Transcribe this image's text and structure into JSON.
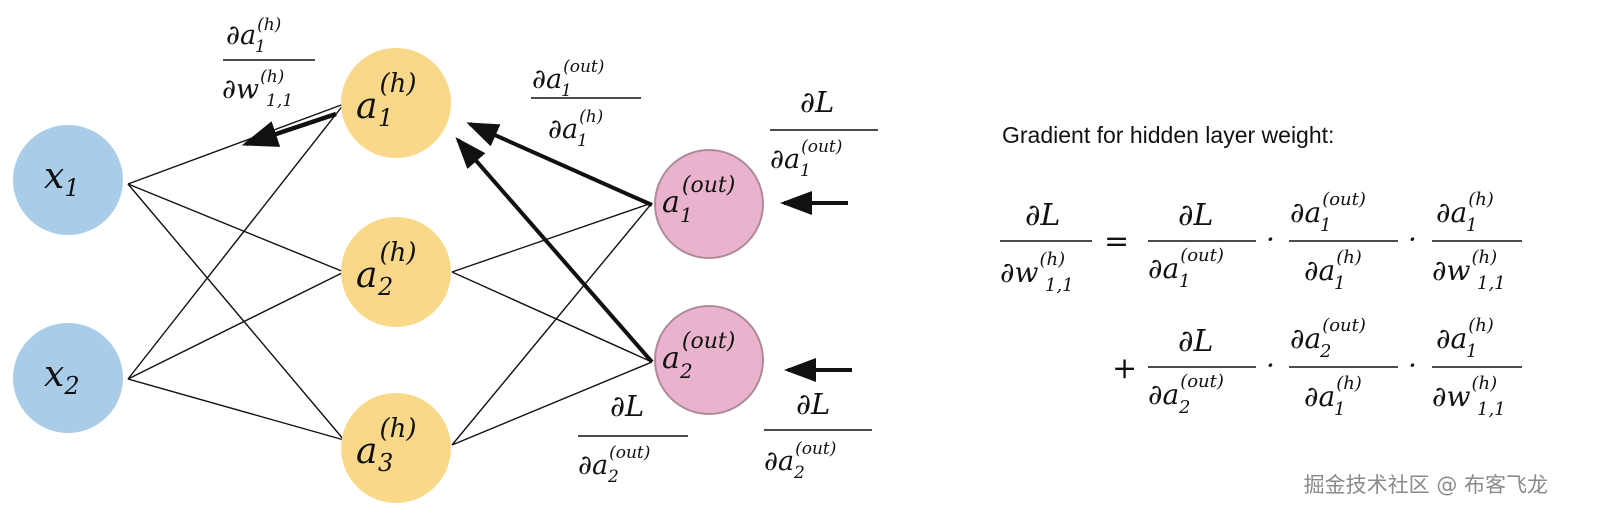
{
  "nodes": {
    "x1": {
      "base": "x",
      "sub": "1"
    },
    "x2": {
      "base": "x",
      "sub": "2"
    },
    "h1": {
      "base": "a",
      "sup": "(h)",
      "sub": "1"
    },
    "h2": {
      "base": "a",
      "sup": "(h)",
      "sub": "2"
    },
    "h3": {
      "base": "a",
      "sup": "(h)",
      "sub": "3"
    },
    "o1": {
      "base": "a",
      "sup": "(out)",
      "sub": "1"
    },
    "o2": {
      "base": "a",
      "sup": "(out)",
      "sub": "2"
    }
  },
  "labels": {
    "d": "∂",
    "L": "L",
    "a": "a",
    "w": "w",
    "out": "(out)",
    "h": "(h)",
    "one": "1",
    "two": "2",
    "w_sub": "1,1"
  },
  "operators": {
    "equals": "=",
    "plus": "+",
    "dot": "·"
  },
  "equation_title": "Gradient for hidden layer weight:",
  "watermark": "掘金技术社区 @ 布客飞龙",
  "colors": {
    "input": "#a9cde9",
    "hidden": "#f9d88a",
    "output": "#eab3cd",
    "output_border": "#b08a99",
    "ink": "#111111"
  }
}
